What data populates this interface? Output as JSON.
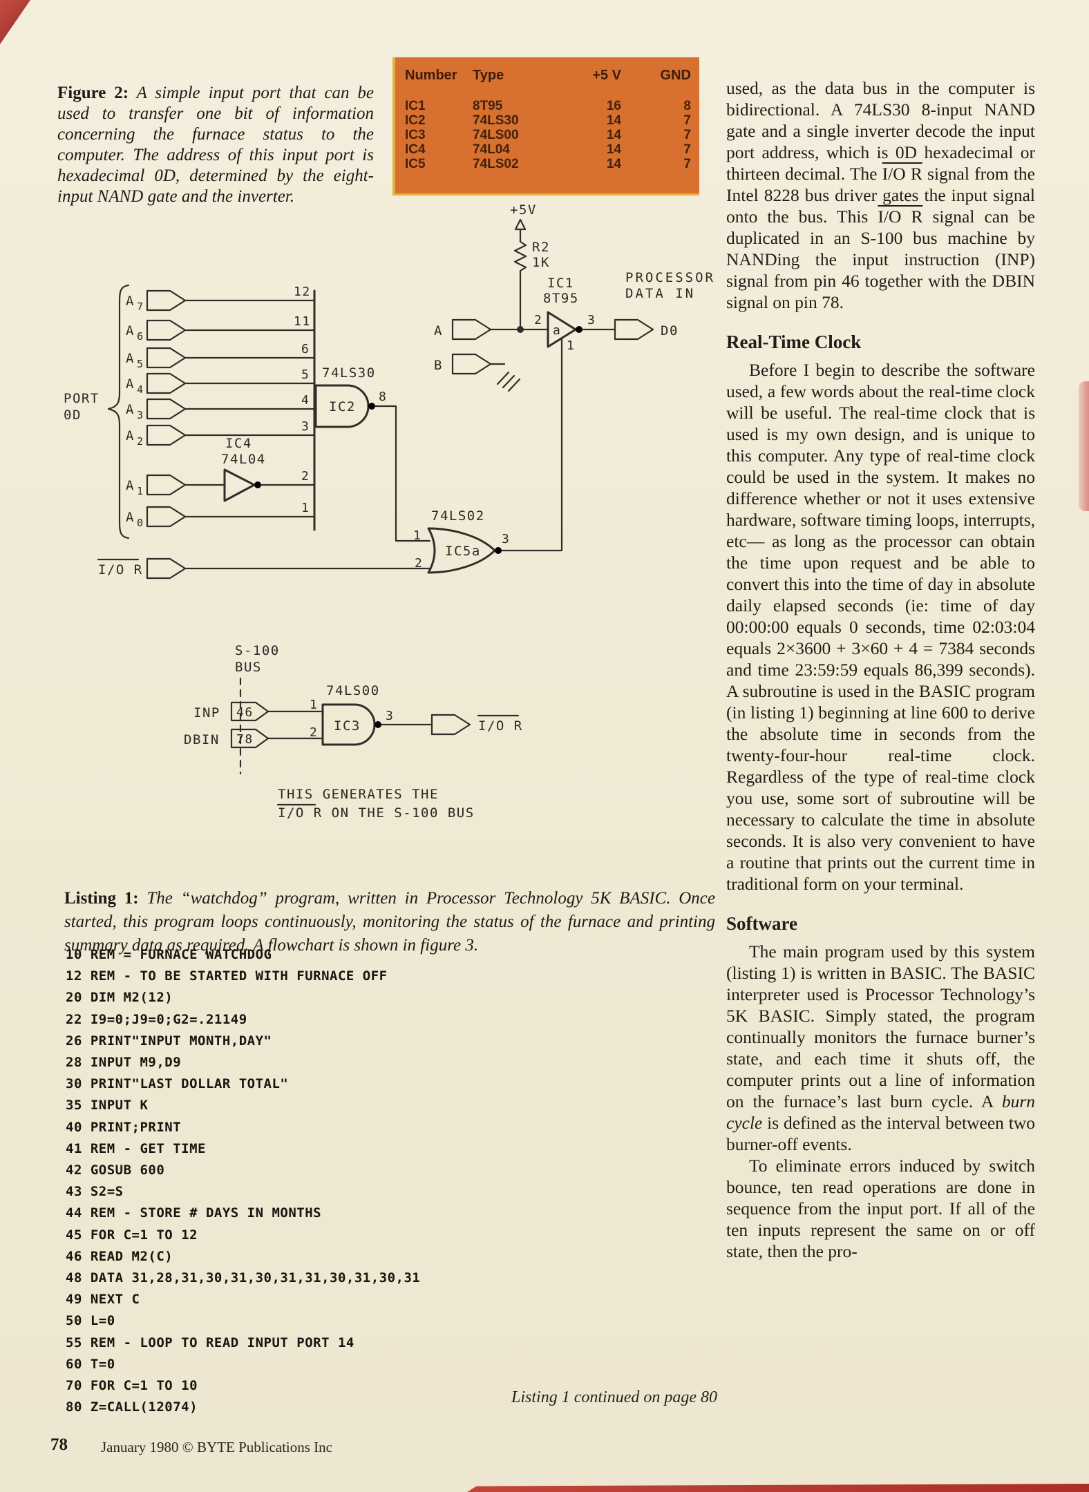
{
  "figure2": {
    "caption_label": "Figure 2:",
    "caption_text": " A simple input port that can be used to transfer one bit of information concerning the furnace status to the computer. The address of this input port is hexadecimal 0D, determined by the eight-input NAND gate and the inverter."
  },
  "ic_table": {
    "headers": [
      "Number",
      "Type",
      "+5 V",
      "GND"
    ],
    "rows": [
      [
        "IC1",
        "8T95",
        "16",
        "8"
      ],
      [
        "IC2",
        "74LS30",
        "14",
        "7"
      ],
      [
        "IC3",
        "74LS00",
        "14",
        "7"
      ],
      [
        "IC4",
        "74L04",
        "14",
        "7"
      ],
      [
        "IC5",
        "74LS02",
        "14",
        "7"
      ]
    ]
  },
  "schematic": {
    "supply": "+5V",
    "r2_ref": "R2",
    "r2_val": "1K",
    "ic1_ref": "IC1",
    "ic1_type": "8T95",
    "ic1_gate": "a",
    "ic1_pin_in": "2",
    "ic1_pin_out": "3",
    "ic1_pin_en": "1",
    "proc_line1": "PROCESSOR",
    "proc_line2": "DATA IN",
    "in_a": "A",
    "in_b": "B",
    "out_d0": "D0",
    "port_line1": "PORT",
    "port_line2": "0D",
    "addr": [
      {
        "name": "A",
        "sub": "7",
        "pin": "12"
      },
      {
        "name": "A",
        "sub": "6",
        "pin": "11"
      },
      {
        "name": "A",
        "sub": "5",
        "pin": "6"
      },
      {
        "name": "A",
        "sub": "4",
        "pin": "5"
      },
      {
        "name": "A",
        "sub": "3",
        "pin": "4"
      },
      {
        "name": "A",
        "sub": "2",
        "pin": "3"
      },
      {
        "name": "A",
        "sub": "1",
        "pin": "2"
      },
      {
        "name": "A",
        "sub": "0",
        "pin": "1"
      }
    ],
    "ic2_type": "74LS30",
    "ic2_ref": "IC2",
    "ic2_pin_out": "8",
    "ic4_ref": "IC4",
    "ic4_type": "74L04",
    "ior_in": "I/O R",
    "ic5_type": "74LS02",
    "ic5_ref": "IC5a",
    "ic5_pin1": "1",
    "ic5_pin2": "2",
    "ic5_pin3": "3",
    "bus_line1": "S-100",
    "bus_line2": "BUS",
    "inp_label": "INP",
    "inp_pin": "46",
    "dbin_label": "DBIN",
    "dbin_pin": "78",
    "ic3_type": "74LS00",
    "ic3_ref": "IC3",
    "ic3_pin1": "1",
    "ic3_pin2": "2",
    "ic3_pin3": "3",
    "ior_out": "I/O R",
    "note_line1": "THIS GENERATES THE",
    "note_line2": "I/O R ON THE S-100 BUS"
  },
  "listing1": {
    "caption_label": "Listing 1:",
    "caption_text": " The “watchdog” program, written in Processor Technology 5K BASIC. Once started, this program loops continuously, monitoring the status of the furnace and printing summary data as required. A flowchart is shown in figure 3.",
    "code_lines": [
      "10 REM = FURNACE WATCHDOG",
      "12 REM - TO BE STARTED WITH FURNACE OFF",
      "20 DIM M2(12)",
      "22 I9=0;J9=0;G2=.21149",
      "26 PRINT\"INPUT MONTH,DAY\"",
      "28 INPUT M9,D9",
      "30 PRINT\"LAST DOLLAR TOTAL\"",
      "35 INPUT K",
      "40 PRINT;PRINT",
      "41 REM - GET TIME",
      "42 GOSUB 600",
      "43 S2=S",
      "44 REM - STORE # DAYS IN MONTHS",
      "45 FOR C=1 TO 12",
      "46 READ M2(C)",
      "48 DATA 31,28,31,30,31,30,31,31,30,31,30,31",
      "49 NEXT C",
      "50 L=0",
      "55 REM - LOOP TO READ INPUT PORT 14",
      "60 T=0",
      "70 FOR C=1 TO 10",
      "80 Z=CALL(12074)"
    ],
    "continued_note": "Listing 1 continued on page 80"
  },
  "article": {
    "p1": "used, as the data bus in the computer is bidirectional. A 74LS30 8-input NAND gate and a single inverter decode the input port address, which is 0D hexadecimal or thirteen decimal. The I/O R signal from the Intel 8228 bus driver gates the input signal onto the bus. This I/O R signal can be duplicated in an S-100 bus machine by NANDing the input instruction (INP) signal from pin 46 together with the DBIN signal on pin 78.",
    "h1": "Real-Time Clock",
    "p2": "Before I begin to describe the software used, a few words about the real-time clock will be useful. The real-time clock that is used is my own design, and is unique to this computer. Any type of real-time clock could be used in the system. It makes no difference whether or not it uses extensive hardware, software timing loops, interrupts, etc— as long as the processor can obtain the time upon request and be able to convert this into the time of day in absolute daily elapsed seconds (ie: time of day 00:00:00 equals 0 seconds, time 02:03:04 equals 2×3600 + 3×60 + 4 = 7384 seconds and time 23:59:59 equals 86,399 seconds). A subroutine is used in the BASIC program (in listing 1) beginning at line 600 to derive the absolute time in seconds from the twenty-four-hour real-time clock. Regardless of the type of real-time clock you use, some sort of subroutine will be necessary to calculate the time in absolute seconds. It is also very convenient to have a routine that prints out the current time in traditional form on your terminal.",
    "h2": "Software",
    "p3": "The main program used by this system (listing 1) is written in BASIC. The BASIC interpreter used is Processor Technology’s 5K BASIC. Simply stated, the program continually monitors the furnace burner’s state, and each time it shuts off, the computer prints out a line of information on the furnace’s last burn cycle. A burn cycle is defined as the interval between two burner-off events.",
    "p4": "To eliminate errors induced by switch bounce, ten read operations are done in sequence from the input port. If all of the ten inputs represent the same on or off state, then the pro-"
  },
  "footer": {
    "page_number": "78",
    "credit": "January 1980 © BYTE Publications Inc"
  }
}
